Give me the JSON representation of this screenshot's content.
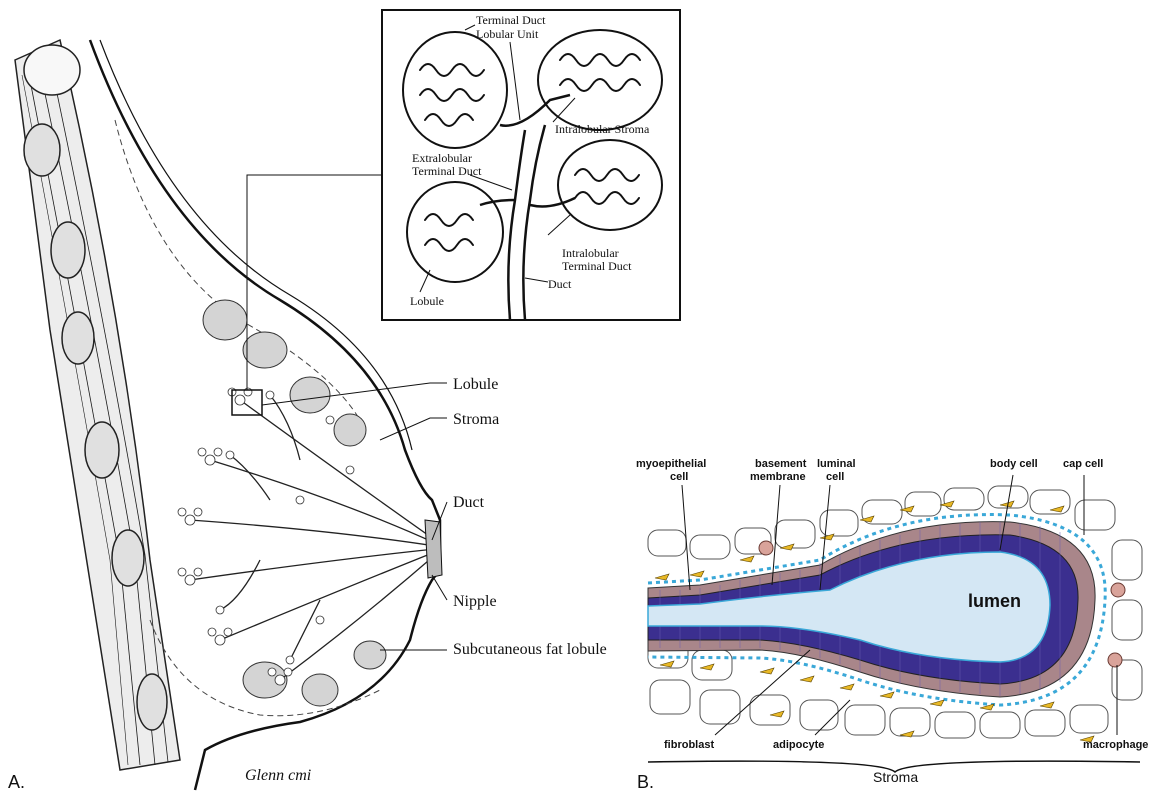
{
  "panel_a": {
    "letter": "A.",
    "signature": "Glenn cmi",
    "labels": {
      "lobule": "Lobule",
      "stroma": "Stroma",
      "duct": "Duct",
      "nipple": "Nipple",
      "subcutaneous_fat_lobule": "Subcutaneous fat lobule"
    },
    "inset": {
      "terminal_duct_lobular_unit_line1": "Terminal Duct",
      "terminal_duct_lobular_unit_line2": "Lobular Unit",
      "intralobular_stroma": "Intralobular Stroma",
      "extralobular_terminal_duct_line1": "Extralobular",
      "extralobular_terminal_duct_line2": "Terminal Duct",
      "intralobular_terminal_duct_line1": "Intralobular",
      "intralobular_terminal_duct_line2": "Terminal Duct",
      "duct": "Duct",
      "lobule": "Lobule"
    }
  },
  "panel_b": {
    "letter": "B.",
    "lumen": "lumen",
    "stroma": "Stroma",
    "labels": {
      "myoepithelial_line1": "myoepithelial",
      "myoepithelial_line2": "cell",
      "basement_line1": "basement",
      "basement_line2": "membrane",
      "luminal_line1": "luminal",
      "luminal_line2": "cell",
      "body_cell": "body cell",
      "cap_cell": "cap cell",
      "fibroblast": "fibroblast",
      "adipocyte": "adipocyte",
      "macrophage": "macrophage"
    },
    "colors": {
      "body_cell": "#3b2f8f",
      "cap_cell": "#a9868a",
      "lumen": "#d4e7f4",
      "membrane": "#3aa8d8",
      "fibroblast": "#e8b825",
      "macrophage": "#d9a39a"
    }
  }
}
